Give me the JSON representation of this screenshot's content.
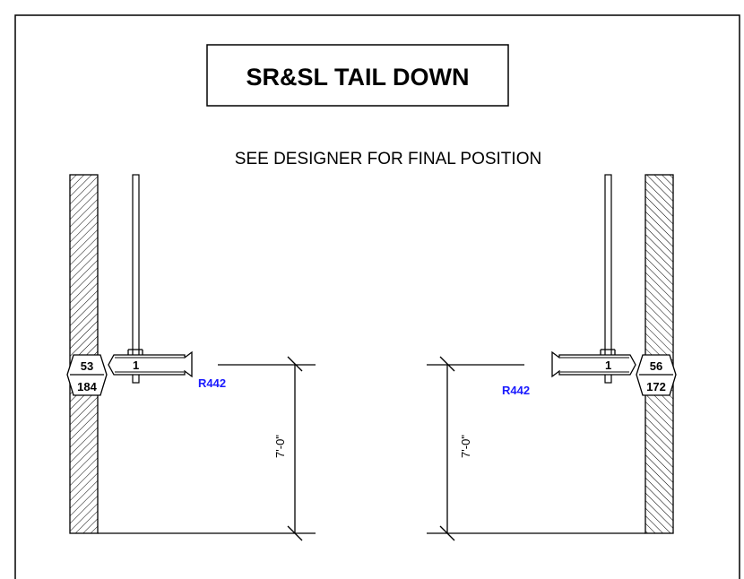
{
  "title": "SR&SL TAIL DOWN",
  "note": "SEE DESIGNER FOR FINAL POSITION",
  "colors": {
    "line": "#000000",
    "circuit_label": "#1a1aff",
    "background": "#ffffff"
  },
  "left_side": {
    "upper_number": "53",
    "lower_number": "184",
    "fixture_number": "1",
    "circuit_label": "R442",
    "dimension": "7'-0\""
  },
  "right_side": {
    "upper_number": "56",
    "lower_number": "172",
    "fixture_number": "1",
    "circuit_label": "R442",
    "dimension": "7'-0\""
  }
}
